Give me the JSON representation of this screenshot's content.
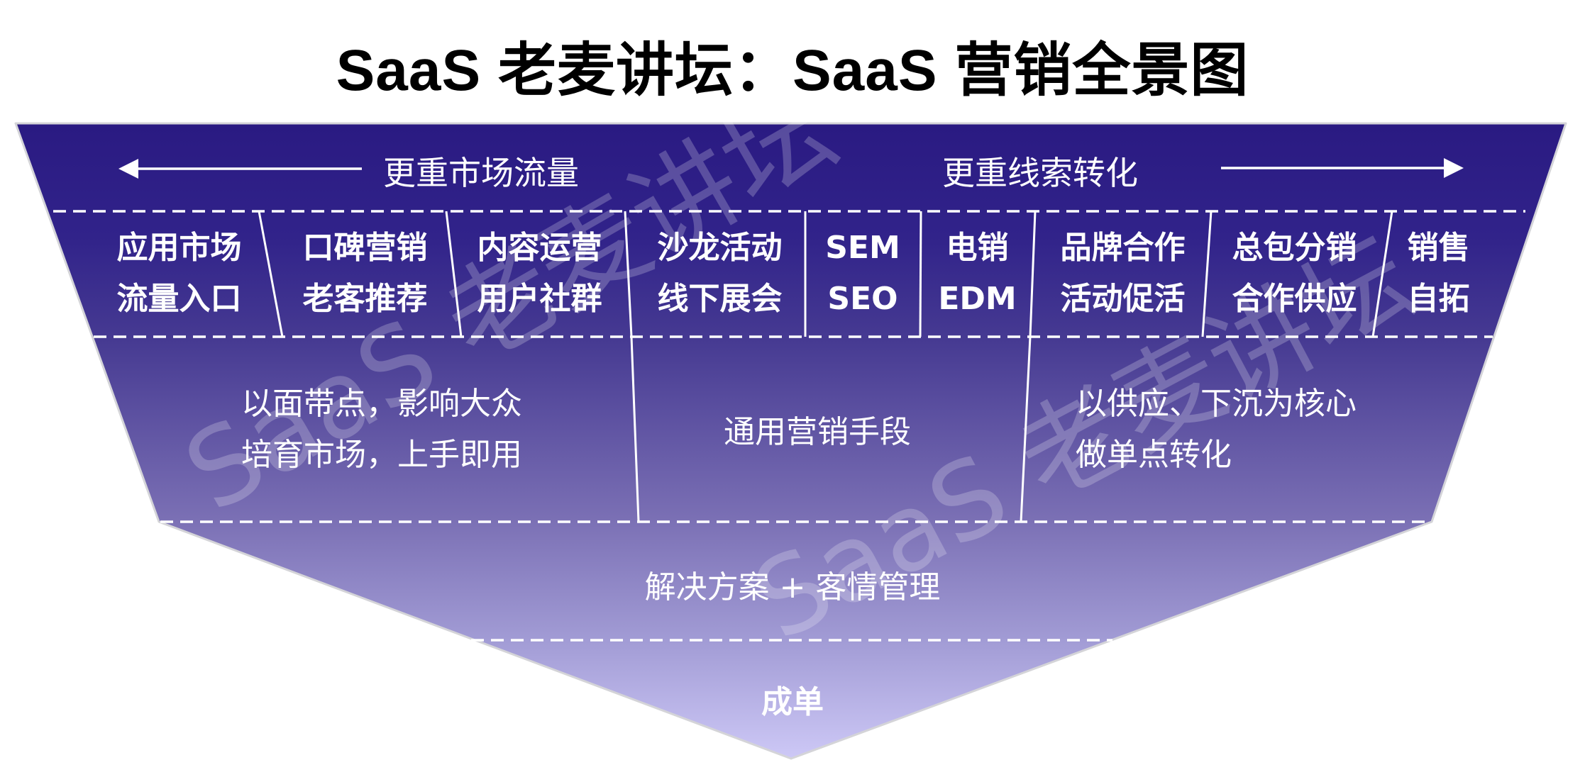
{
  "title": "SaaS 老麦讲坛：SaaS 营销全景图",
  "colors": {
    "funnel_top": "#2a1a82",
    "funnel_mid": "#584c9c",
    "funnel_bottom": "#cdc8f6",
    "text": "#ffffff",
    "title": "#000000"
  },
  "direction": {
    "left_label": "更重市场流量",
    "left_icon": "arrow-left-icon",
    "right_label": "更重线索转化",
    "right_icon": "arrow-right-icon"
  },
  "tiles": [
    {
      "line1": "应用市场",
      "line2": "流量入口"
    },
    {
      "line1": "口碑营销",
      "line2": "老客推荐"
    },
    {
      "line1": "内容运营",
      "line2": "用户社群"
    },
    {
      "line1": "沙龙活动",
      "line2": "线下展会"
    },
    {
      "line1": "SEM",
      "line2": "SEO"
    },
    {
      "line1": "电销",
      "line2": "EDM"
    },
    {
      "line1": "品牌合作",
      "line2": "活动促活"
    },
    {
      "line1": "总包分销",
      "line2": "合作供应"
    },
    {
      "line1": "销售",
      "line2": "自拓"
    }
  ],
  "zones": {
    "left": {
      "line1": "以面带点，影响大众",
      "line2": "培育市场，上手即用"
    },
    "center": {
      "line1": "通用营销手段"
    },
    "right": {
      "line1": "以供应、下沉为核心",
      "line2": "做单点转化"
    }
  },
  "stages": {
    "solution": "解决方案 + 客情管理",
    "deal": "成单"
  },
  "watermarks": [
    {
      "text": "SaaS 老麦讲坛"
    },
    {
      "text": "SaaS 老麦讲坛"
    }
  ]
}
